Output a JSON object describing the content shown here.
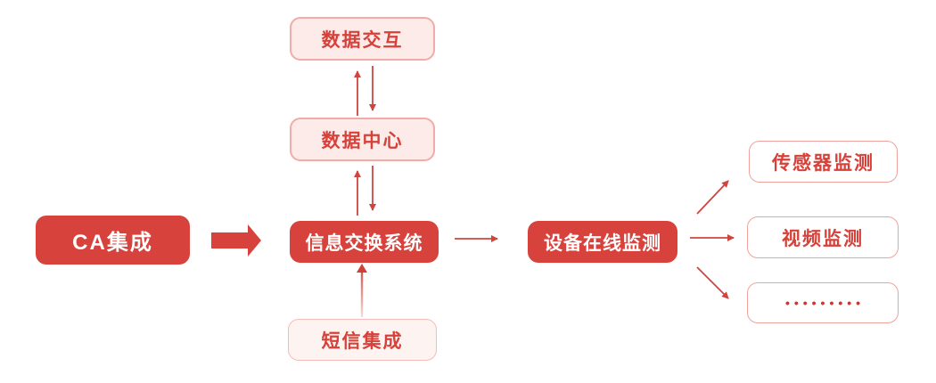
{
  "diagram": {
    "nodes": {
      "ca": {
        "label": "CA集成"
      },
      "data_exchange": {
        "label": "数据交互"
      },
      "data_center": {
        "label": "数据中心"
      },
      "info_exchange_system": {
        "label": "信息交换系统"
      },
      "sms_integration": {
        "label": "短信集成"
      },
      "device_online_monitoring": {
        "label": "设备在线监测"
      },
      "sensor_monitoring": {
        "label": "传感器监测"
      },
      "video_monitoring": {
        "label": "视频监测"
      },
      "more_placeholder": {
        "label": "•••••••••"
      }
    },
    "colors": {
      "primary_red": "#d8423c",
      "text_red": "#d6413a",
      "pink_fill": "#fcebe9",
      "pink_border": "#f2aba6",
      "lighter_pink_fill": "#fdf3f1",
      "lighter_pink_border": "#f5bcb7",
      "white_fill": "#ffffff",
      "outline_border": "#f0a19c",
      "arrow_red": "#d0453e",
      "gradient_arrow_light": "#f6d7d4"
    }
  }
}
